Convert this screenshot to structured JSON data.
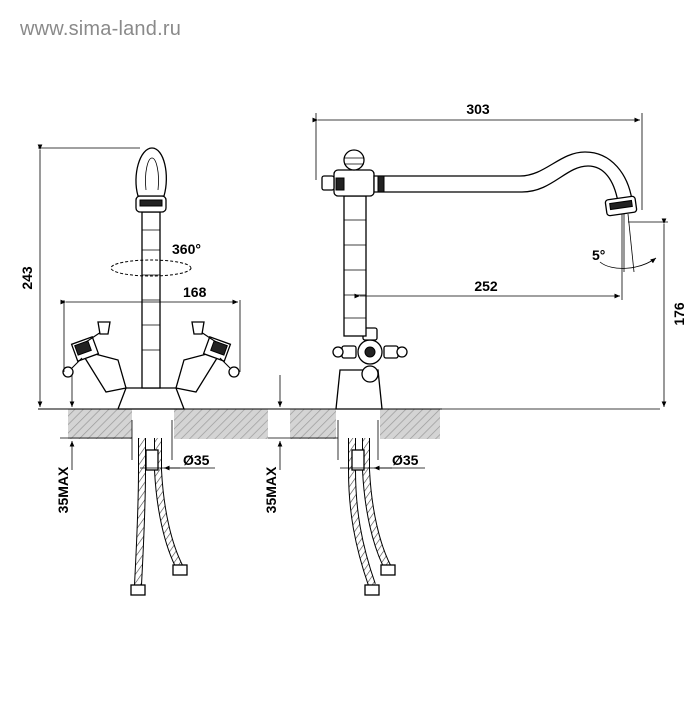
{
  "watermark": "www.sima-land.ru",
  "dimensions": {
    "height_total": "243",
    "rotation": "360°",
    "handle_span": "168",
    "hole_dia_left": "Ø35",
    "hole_dia_right": "Ø35",
    "max_thickness_left": "35MAX",
    "max_thickness_right": "35MAX",
    "spout_length": "303",
    "spout_reach": "252",
    "spout_height": "176",
    "spout_angle": "5°"
  },
  "colors": {
    "line": "#000000",
    "countertop_hatch": "#bdbdbd",
    "watermark": "#8a8a8a"
  }
}
